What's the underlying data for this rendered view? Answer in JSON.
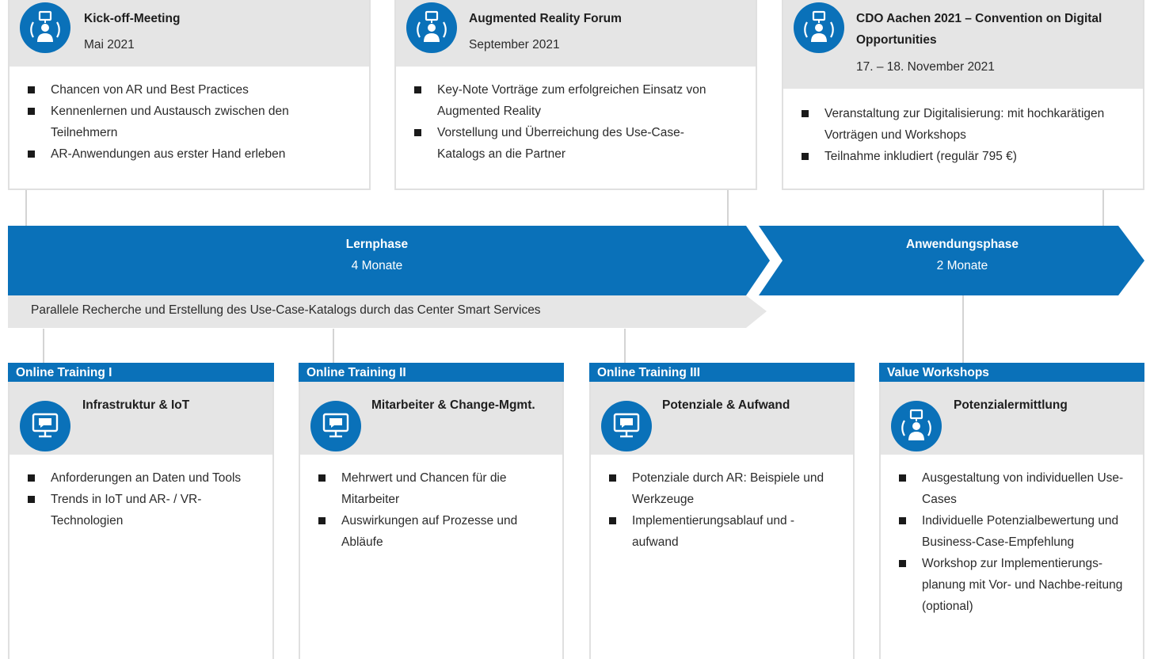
{
  "events": [
    {
      "title": "Kick-off-Meeting",
      "subtitle": "Mai 2021",
      "icon": "person-presentation-icon",
      "bullets": [
        "Chancen von AR und Best Practices",
        "Kennenlernen und Austausch zwischen den Teilnehmern",
        "AR-Anwendungen aus erster Hand erleben"
      ]
    },
    {
      "title": "Augmented Reality Forum",
      "subtitle": "September 2021",
      "icon": "person-presentation-icon",
      "bullets": [
        "Key-Note Vorträge zum erfolgreichen Einsatz von Augmented Reality",
        "Vorstellung und Überreichung des Use-Case-Katalogs an die Partner"
      ]
    },
    {
      "title": "CDO Aachen 2021 – Convention on Digital Opportunities",
      "subtitle": "17. – 18. November 2021",
      "icon": "person-presentation-icon",
      "bullets": [
        "Veranstaltung zur Digitalisierung: mit hochkarätigen Vorträgen und Workshops",
        "Teilnahme inkludiert (regulär 795 €)"
      ]
    }
  ],
  "phases": [
    {
      "title": "Lernphase",
      "duration": "4 Monate"
    },
    {
      "title": "Anwendungsphase",
      "duration": "2 Monate"
    }
  ],
  "parallel_text": "Parallele Recherche und Erstellung des Use-Case-Katalogs durch das Center Smart Services",
  "trainings": [
    {
      "label": "Online Training I",
      "title": "Infrastruktur & IoT",
      "icon": "monitor-chat-icon",
      "bullets": [
        "Anforderungen an Daten und Tools",
        "Trends in IoT und AR- / VR-Technologien"
      ]
    },
    {
      "label": "Online Training II",
      "title": "Mitarbeiter & Change-Mgmt.",
      "icon": "monitor-chat-icon",
      "bullets": [
        "Mehrwert und Chancen für die Mitarbeiter",
        "Auswirkungen auf Prozesse und Abläufe"
      ]
    },
    {
      "label": "Online Training III",
      "title": "Potenziale & Aufwand",
      "icon": "monitor-chat-icon",
      "bullets": [
        "Potenziale durch AR: Beispiele und Werkzeuge",
        "Implementierungsablauf und -aufwand"
      ]
    },
    {
      "label": "Value Workshops",
      "title": "Potenzialermittlung",
      "icon": "person-presentation-icon",
      "bullets": [
        "Ausgestaltung von individuellen Use-Cases",
        "Individuelle Potenzialbewertung und Business-Case-Empfehlung",
        "Workshop zur Implementierungs-planung mit Vor- und Nachbe-reitung (optional)"
      ]
    }
  ],
  "colors": {
    "brand_blue": "#0a71b9",
    "header_gray": "#e5e5e5",
    "parallel_gray": "#e6e6e6"
  }
}
